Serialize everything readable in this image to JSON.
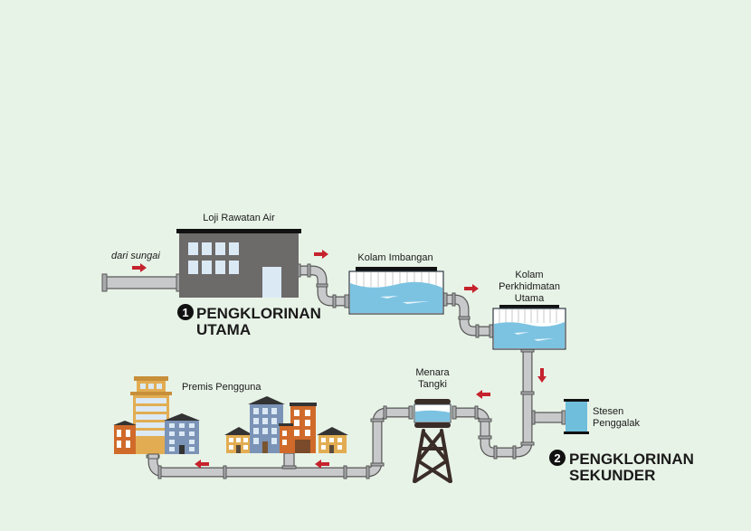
{
  "diagram": {
    "title": "Water treatment and distribution flow",
    "labels": {
      "source": "dari sungai",
      "plant": "Loji Rawatan Air",
      "balancing_pond": "Kolam Imbangan",
      "main_service_pond_l1": "Kolam",
      "main_service_pond_l2": "Perkhidmatan",
      "main_service_pond_l3": "Utama",
      "tower_l1": "Menara",
      "tower_l2": "Tangki",
      "booster_l1": "Stesen",
      "booster_l2": "Penggalak",
      "premises": "Premis Pengguna"
    },
    "stages": [
      {
        "number": "1",
        "line1": "PENGKLORINAN",
        "line2": "UTAMA"
      },
      {
        "number": "2",
        "line1": "PENGKLORINAN",
        "line2": "SEKUNDER"
      }
    ],
    "flow": [
      "dari sungai",
      "Loji Rawatan Air",
      "Kolam Imbangan",
      "Kolam Perkhidmatan Utama",
      "Stesen Penggalak",
      "Menara Tangki",
      "Premis Pengguna"
    ],
    "colors": {
      "background": "#e8f3e7",
      "arrow": "#c5232d",
      "water": "#7cc3e2",
      "building": "#6d6a6a",
      "pipe": "#c8c9cb",
      "tower": "#3a2d27"
    }
  }
}
